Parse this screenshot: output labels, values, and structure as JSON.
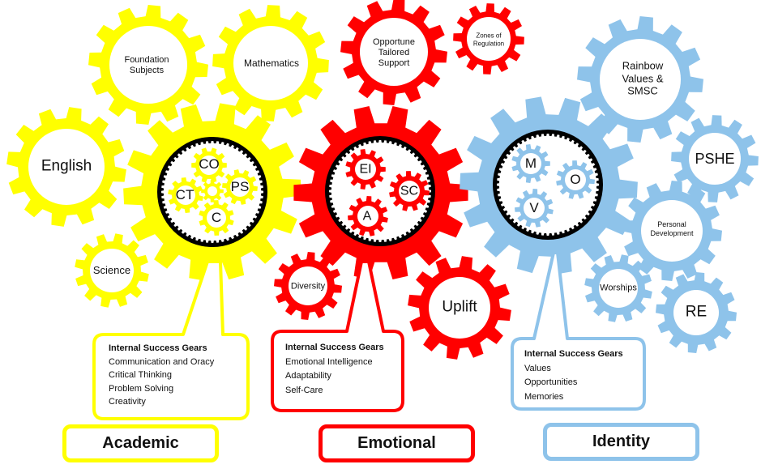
{
  "colors": {
    "academic": "#ffff00",
    "emotional": "#ff0000",
    "identity": "#8ec3ea",
    "ring": "#000000",
    "text": "#111111"
  },
  "academic": {
    "category_label": "Academic",
    "main_gear_inner": [
      "CO",
      "CT",
      "PS",
      "C"
    ],
    "satellite_gears": [
      "Foundation Subjects",
      "Mathematics",
      "English",
      "Science"
    ],
    "callout": {
      "title": "Internal Success Gears",
      "items": [
        "Communication and Oracy",
        "Critical Thinking",
        "Problem Solving",
        "Creativity"
      ]
    }
  },
  "emotional": {
    "category_label": "Emotional",
    "main_gear_inner": [
      "EI",
      "SC",
      "A"
    ],
    "satellite_gears": [
      "Opportune Tailored Support",
      "Zones of Regulation",
      "Diversity",
      "Uplift"
    ],
    "callout": {
      "title": "Internal Success Gears",
      "items": [
        "Emotional Intelligence",
        "Adaptability",
        "Self-Care"
      ]
    }
  },
  "identity": {
    "category_label": "Identity",
    "main_gear_inner": [
      "M",
      "O",
      "V"
    ],
    "satellite_gears": [
      "Rainbow Values & SMSC",
      "PSHE",
      "Personal Development",
      "Worships",
      "RE"
    ],
    "callout": {
      "title": "Internal Success Gears",
      "items": [
        "Values",
        "Opportunities",
        "Memories"
      ]
    }
  }
}
